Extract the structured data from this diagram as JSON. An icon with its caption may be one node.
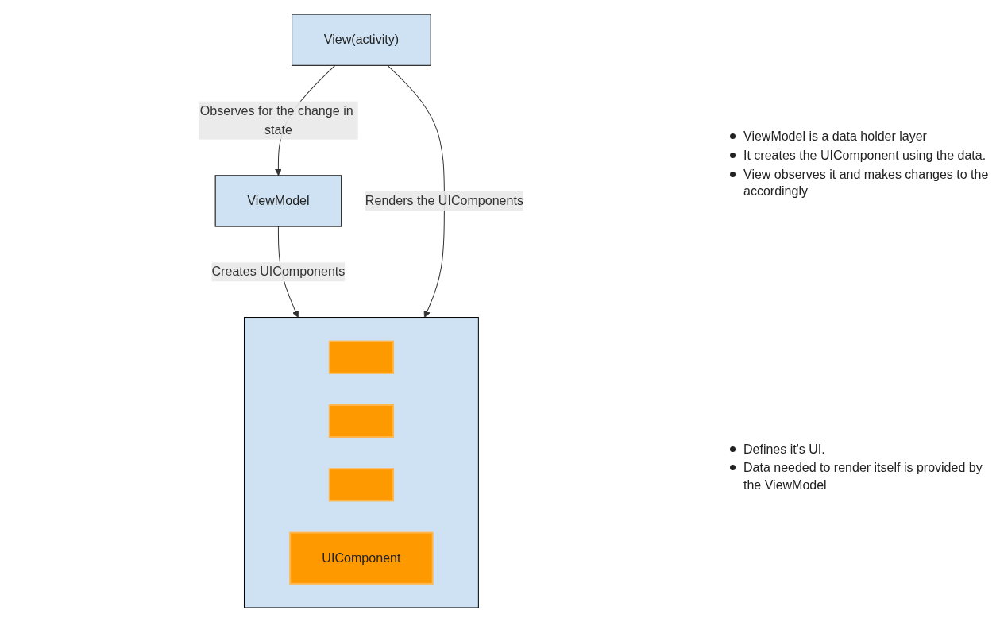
{
  "diagram": {
    "nodes": [
      {
        "text": [
          "ViewModel"
        ],
        "beside": [
          "ViewModel is a data holder layer",
          "It creates the UIComponent using the data.",
          "View observes it and makes changes to the accordingly"
        ]
      },
      {
        "text": [],
        "shape": "box",
        "beside": [
          "Defines it's UI.",
          "Data needed to render itself is provided by the ViewModel"
        ]
      },
      {
        "text": [],
        "shape": "box",
        "in": 1
      },
      {
        "text": [],
        "shape": "box",
        "in": 1
      },
      {
        "text": [],
        "shape": "box",
        "in": 1
      },
      {
        "text": [
          "UIComponent"
        ],
        "in": 1
      },
      {
        "text": [
          "View(activity)"
        ]
      }
    ],
    "edges": [
      {
        "from": 6,
        "to": 0,
        "arrow": "to",
        "label": "Observes for the change in state"
      },
      {
        "from": 0,
        "to": 1,
        "arrow": "to",
        "label": "Creates UIComponents"
      },
      {
        "from": 6,
        "to": 1,
        "arrow": "to",
        "label": "Renders the UIComponents"
      }
    ]
  }
}
